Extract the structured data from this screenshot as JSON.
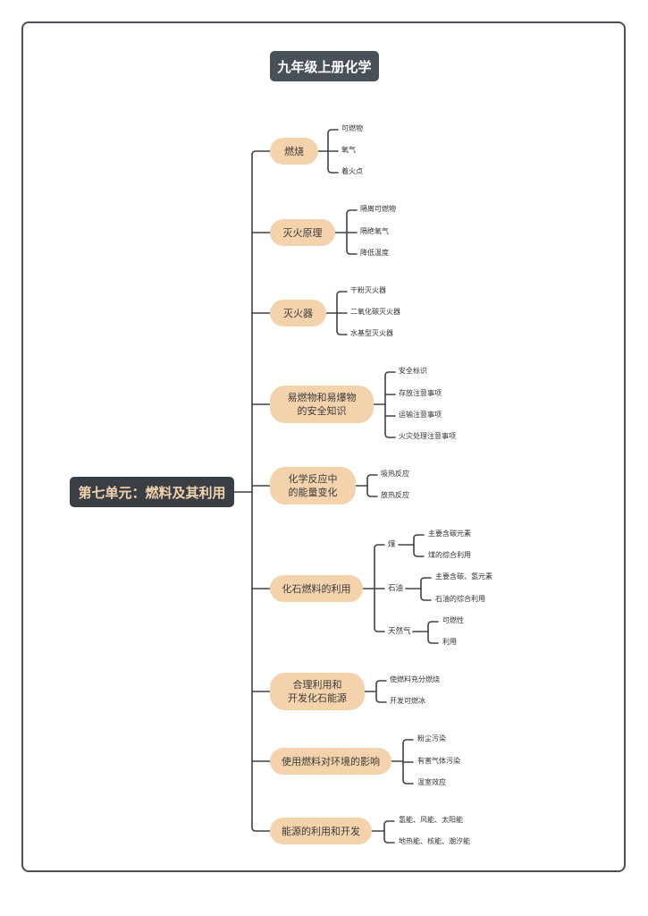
{
  "title": "九年级上册化学",
  "root": "第七单元：燃料及其利用",
  "branches": [
    {
      "label": "燃烧",
      "items": [
        "可燃物",
        "氧气",
        "着火点"
      ]
    },
    {
      "label": "灭火原理",
      "items": [
        "隔离可燃物",
        "隔绝氧气",
        "降低温度"
      ]
    },
    {
      "label": "灭火器",
      "items": [
        "干粉灭火器",
        "二氧化碳灭火器",
        "水基型灭火器"
      ]
    },
    {
      "label": "易燃物和易爆物\n的安全知识",
      "items": [
        "安全标识",
        "存放注意事项",
        "运输注意事项",
        "火灾处理注意事项"
      ]
    },
    {
      "label": "化学反应中\n的能量变化",
      "items": [
        "吸热反应",
        "放热反应"
      ]
    },
    {
      "label": "化石燃料的利用",
      "subs": [
        {
          "label": "煤",
          "items": [
            "主要含碳元素",
            "煤的综合利用"
          ]
        },
        {
          "label": "石油",
          "items": [
            "主要含碳、氢元素",
            "石油的综合利用"
          ]
        },
        {
          "label": "天然气",
          "items": [
            "可燃性",
            "利用"
          ]
        }
      ]
    },
    {
      "label": "合理利用和\n开发化石能源",
      "items": [
        "使燃料充分燃烧",
        "开发可燃冰"
      ]
    },
    {
      "label": "使用燃料对环境的影响",
      "items": [
        "粉尘污染",
        "有害气体污染",
        "温室效应"
      ]
    },
    {
      "label": "能源的利用和开发",
      "items": [
        "氢能、风能、太阳能",
        "地热能、核能、潮汐能"
      ]
    }
  ]
}
